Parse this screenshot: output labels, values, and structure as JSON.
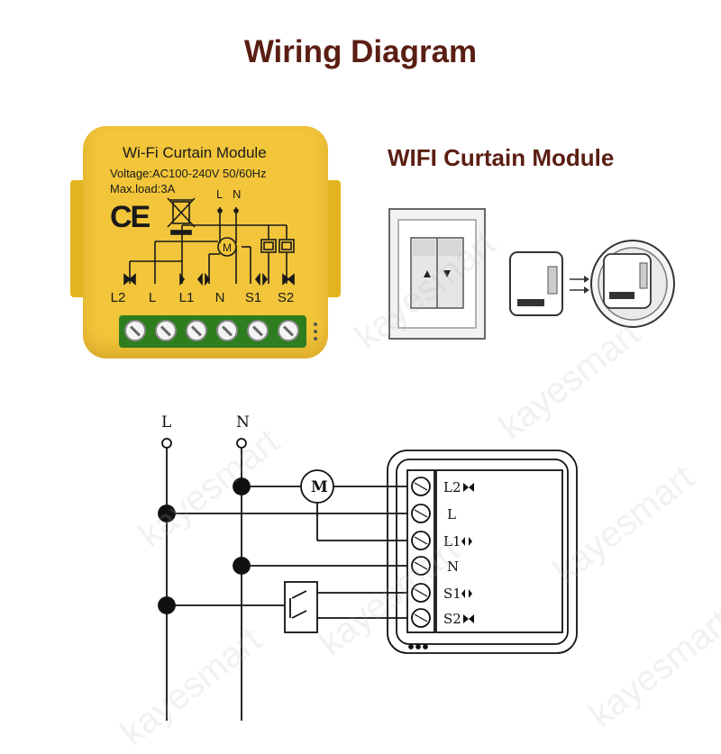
{
  "title": "Wiring Diagram",
  "subtitle": "WIFI Curtain Module",
  "module": {
    "name": "Wi-Fi Curtain Module",
    "voltage": "Voltage:AC100-240V 50/60Hz",
    "max_load": "Max.load:3A",
    "ce_mark": "CE",
    "inner_labels": [
      "L",
      "N"
    ],
    "motor_symbol": "M",
    "terminals": [
      "L2",
      "L",
      "L1",
      "N",
      "S1",
      "S2"
    ]
  },
  "schematic": {
    "line_labels": [
      "L",
      "N"
    ],
    "motor_symbol": "M",
    "terminals": [
      "L2",
      "L",
      "L1",
      "N",
      "S1",
      "S2"
    ]
  },
  "watermark": "kayesmart",
  "colors": {
    "title": "#5a1e12",
    "module_yellow": "#f2c53a",
    "terminal_green": "#2e7d1e",
    "line": "#111111"
  }
}
